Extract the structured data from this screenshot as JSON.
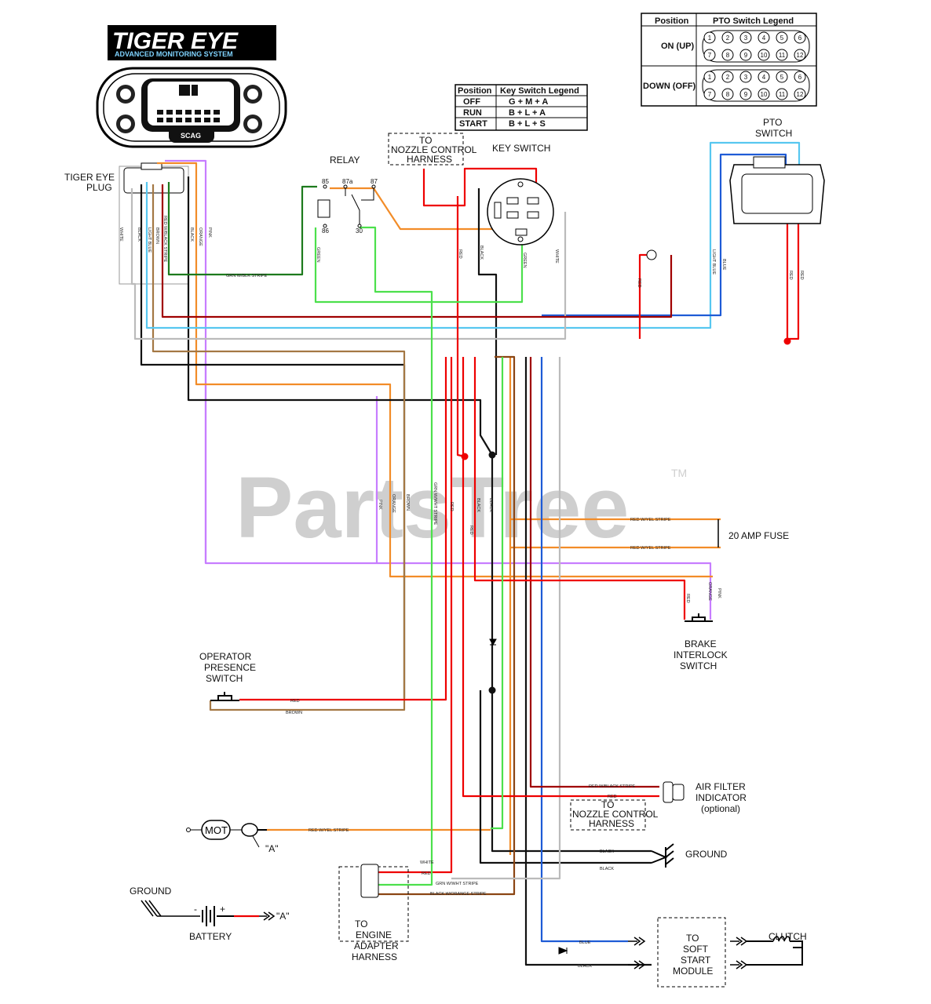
{
  "logo": {
    "title": "TIGER EYE",
    "subtitle": "ADVANCED MONITORING SYSTEM",
    "badge": "SCAG"
  },
  "watermark": {
    "text": "PartsTree",
    "tm": "TM"
  },
  "pto_legend": {
    "header_position": "Position",
    "header_title": "PTO Switch Legend",
    "on_label": "ON (UP)",
    "down_label": "DOWN (OFF)",
    "pins_top": [
      "1",
      "2",
      "3",
      "4",
      "5",
      "6"
    ],
    "pins_bottom": [
      "7",
      "8",
      "9",
      "10",
      "11",
      "12"
    ]
  },
  "key_legend": {
    "header_position": "Position",
    "header_title": "Key Switch Legend",
    "rows": [
      {
        "pos": "OFF",
        "val": "G + M + A"
      },
      {
        "pos": "RUN",
        "val": "B + L + A"
      },
      {
        "pos": "START",
        "val": "B + L + S"
      }
    ]
  },
  "labels": {
    "tiger_eye_plug": [
      "TIGER EYE",
      "PLUG"
    ],
    "relay": "RELAY",
    "relay_pins": [
      "85",
      "87a",
      "87",
      "86",
      "30"
    ],
    "nozzle_top": [
      "TO",
      "NOZZLE CONTROL",
      "HARNESS"
    ],
    "key_switch": "KEY SWITCH",
    "pto_switch": [
      "PTO",
      "SWITCH"
    ],
    "fuse": "20 AMP FUSE",
    "brake": [
      "BRAKE",
      "INTERLOCK",
      "SWITCH"
    ],
    "operator": [
      "OPERATOR",
      "PRESENCE",
      "SWITCH"
    ],
    "air_filter": [
      "AIR FILTER",
      "INDICATOR",
      "(optional)"
    ],
    "nozzle_bottom": [
      "TO",
      "NOZZLE CONTROL",
      "HARNESS"
    ],
    "ground_right": "GROUND",
    "mot": "MOT",
    "a_ref": "\"A\"",
    "ground_left": "GROUND",
    "battery": "BATTERY",
    "battery_minus": "-",
    "battery_plus": "+",
    "engine": [
      "TO",
      "ENGINE",
      "ADAPTER",
      "HARNESS"
    ],
    "soft_start": [
      "TO",
      "SOFT",
      "START",
      "MODULE"
    ],
    "clutch": "CLUTCH"
  },
  "wire_labels": {
    "white": "WHITE",
    "black": "BLACK",
    "light_blue": "LIGHT BLUE",
    "brown": "BROWN",
    "red_wblack": "RED W/BLACK STRIPE",
    "orange": "ORANGE",
    "pink": "PINK",
    "grn_wblk": "GRN W/BLK STRIPE",
    "green": "GREEN",
    "red": "RED",
    "blue": "BLUE",
    "red_wyel": "RED W/YEL STRIPE",
    "grn_wwht": "GRN W/WHT STRIPE",
    "black_worange": "BLACK W/ORANGE STRIPE"
  }
}
